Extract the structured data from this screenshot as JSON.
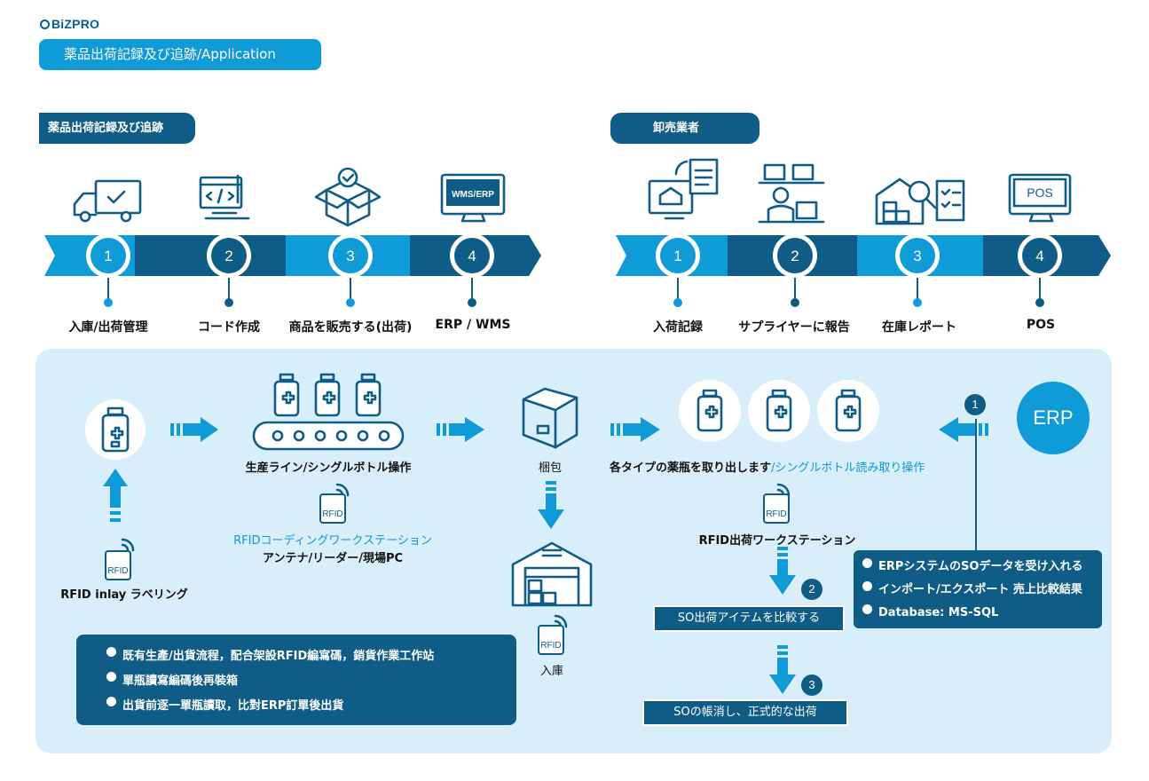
{
  "header": {
    "logo": "BiZPRO",
    "title": "薬品出荷記録及び追跡/Application"
  },
  "left_process": {
    "section_title": "薬品出荷記録及び追跡",
    "steps": [
      {
        "num": "1",
        "label": "入庫/出荷管理",
        "icon": "truck-check-icon"
      },
      {
        "num": "2",
        "label": "コード作成",
        "icon": "computer-code-icon"
      },
      {
        "num": "3",
        "label": "商品を販売する(出荷)",
        "icon": "box-check-icon"
      },
      {
        "num": "4",
        "label": "ERP / WMS",
        "icon": "monitor-wms-icon",
        "screen_text": "WMS/ERP"
      }
    ]
  },
  "right_process": {
    "section_title": "卸売業者",
    "steps": [
      {
        "num": "1",
        "label": "入荷記録",
        "icon": "warehouse-document-icon"
      },
      {
        "num": "2",
        "label": "サプライヤーに報告",
        "icon": "worker-shelves-icon"
      },
      {
        "num": "3",
        "label": "在庫レポート",
        "icon": "inventory-search-icon"
      },
      {
        "num": "4",
        "label": "POS",
        "icon": "monitor-pos-icon",
        "screen_text": "POS"
      }
    ]
  },
  "flow": {
    "rfid_tag_text": "RFID",
    "inlay_label": "RFID inlay ラベリング",
    "line_label": "生産ライン/シングルボトル操作",
    "coding_station": "RFIDコーディングワークステーション",
    "antenna_label": "アンテナ/リーダー/現場PC",
    "pack_label": "梱包",
    "warehouse_label": "入庫",
    "pick_label": "各タイプの薬瓶を取り出します",
    "pick_label_blue": "/シングルボトル読み取り操作",
    "ship_station": "RFID出荷ワークステーション",
    "compare_box": "SO出荷アイテムを比較する",
    "final_box": "SOの帳消し、正式的な出荷",
    "erp_badge": "ERP",
    "num1": "1",
    "num2": "2",
    "num3": "3",
    "erp_list": [
      "ERPシステムのSOデータを受け入れる",
      "インポート/エクスポート 売上比較結果",
      "Database: MS-SQL"
    ],
    "notes": [
      "既有生產/出貨流程，配合架設RFID編寫碼，銷貨作業工作站",
      "單瓶讀寫編碼後再裝箱",
      "出貨前逐一單瓶讀取，比對ERP訂單後出貨"
    ]
  },
  "colors": {
    "accent": "#0f9ad8",
    "dark": "#0f5d87",
    "panel": "#d9eefb"
  }
}
